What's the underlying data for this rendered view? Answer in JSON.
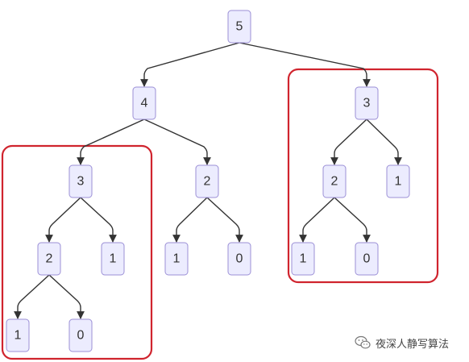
{
  "tree": {
    "nodes": [
      {
        "id": "n5",
        "label": "5"
      },
      {
        "id": "n4",
        "label": "4"
      },
      {
        "id": "n3r",
        "label": "3"
      },
      {
        "id": "n3l",
        "label": "3"
      },
      {
        "id": "n2m",
        "label": "2"
      },
      {
        "id": "n2r",
        "label": "2"
      },
      {
        "id": "n1r",
        "label": "1"
      },
      {
        "id": "n2l",
        "label": "2"
      },
      {
        "id": "n1l",
        "label": "1"
      },
      {
        "id": "n1m",
        "label": "1"
      },
      {
        "id": "n0m",
        "label": "0"
      },
      {
        "id": "n1rr",
        "label": "1"
      },
      {
        "id": "n0rr",
        "label": "0"
      },
      {
        "id": "n1ll",
        "label": "1"
      },
      {
        "id": "n0ll",
        "label": "0"
      }
    ],
    "edges": [
      [
        "n5",
        "n4"
      ],
      [
        "n5",
        "n3r"
      ],
      [
        "n4",
        "n3l"
      ],
      [
        "n4",
        "n2m"
      ],
      [
        "n3r",
        "n2r"
      ],
      [
        "n3r",
        "n1r"
      ],
      [
        "n3l",
        "n2l"
      ],
      [
        "n3l",
        "n1l"
      ],
      [
        "n2m",
        "n1m"
      ],
      [
        "n2m",
        "n0m"
      ],
      [
        "n2r",
        "n1rr"
      ],
      [
        "n2r",
        "n0rr"
      ],
      [
        "n2l",
        "n1ll"
      ],
      [
        "n2l",
        "n0ll"
      ]
    ],
    "highlighted_subtrees": [
      "n3l",
      "n3r"
    ]
  },
  "watermark": {
    "text": "夜深人静写算法",
    "icon": "wechat-icon"
  },
  "colors": {
    "node_fill": "#ececfe",
    "node_border": "#9b8fd6",
    "edge": "#333333",
    "highlight": "#d0242e"
  }
}
